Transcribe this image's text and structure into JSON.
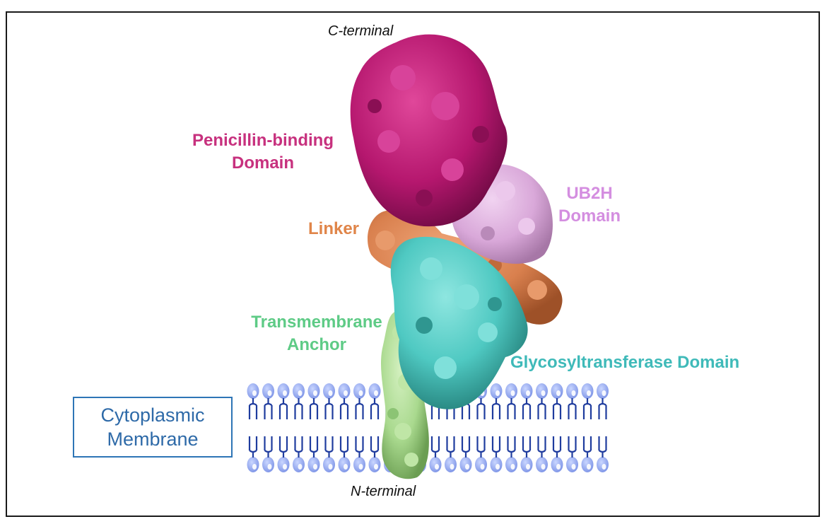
{
  "labels": {
    "c_terminal": "C-terminal",
    "n_terminal": "N-terminal",
    "penicillin_line1": "Penicillin-binding",
    "penicillin_line2": "Domain",
    "ub2h_line1": "UB2H",
    "ub2h_line2": "Domain",
    "linker": "Linker",
    "transmembrane_line1": "Transmembrane",
    "transmembrane_line2": "Anchor",
    "glycosyl": "Glycosyltransferase Domain",
    "cyto_line1": "Cytoplasmic",
    "cyto_line2": "Membrane"
  },
  "colors": {
    "penicillin": "#b5176e",
    "penicillin_label": "#c7317e",
    "ub2h": "#d9a8d9",
    "ub2h_label": "#d48ee0",
    "linker": "#d9804e",
    "linker_label": "#e08549",
    "glycosyl": "#4fc9c2",
    "glycosyl_label": "#3fbab9",
    "transmembrane": "#a9d98e",
    "transmembrane_label": "#5ecb86",
    "membrane_head": "#8fa8f0",
    "membrane_tail": "#1f3c9e",
    "cyto_text": "#2e6aa8"
  }
}
